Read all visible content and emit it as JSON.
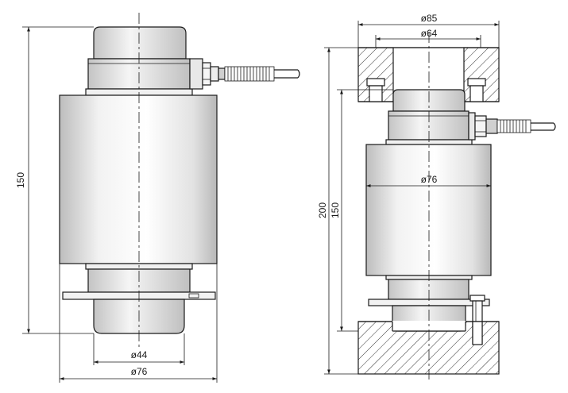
{
  "colors": {
    "line": "#1a1a1a",
    "body_fill_top": "#cfcfcf",
    "body_fill_mid": "#f7f7f7",
    "background": "#ffffff"
  },
  "left_view": {
    "height_label": "150",
    "inner_dia_label": "ø44",
    "outer_dia_label": "ø76"
  },
  "right_view": {
    "top_outer_dia_label": "ø85",
    "top_inner_dia_label": "ø64",
    "body_dia_label": "ø76",
    "total_height_label": "200",
    "sensor_height_label": "150"
  }
}
